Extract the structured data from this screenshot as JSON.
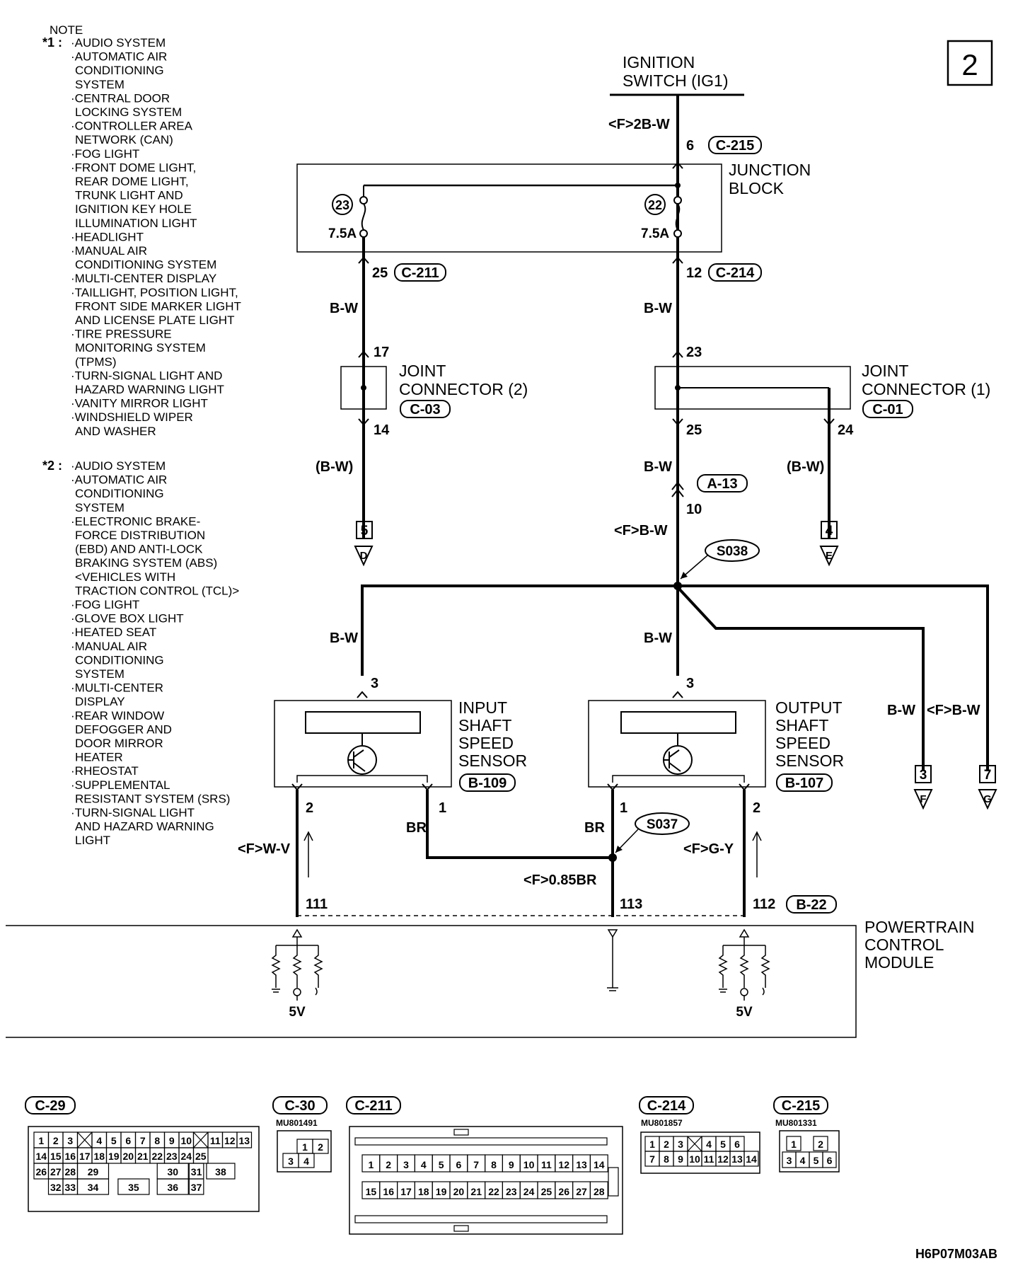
{
  "sheet_number": "2",
  "diagram_code": "H6P07M03AB",
  "note": {
    "heading": "NOTE",
    "star1_mark": "*1 :",
    "star1_items": [
      "·AUDIO SYSTEM",
      "·AUTOMATIC AIR",
      "CONDITIONING",
      "SYSTEM",
      "·CENTRAL DOOR",
      "LOCKING SYSTEM",
      "·CONTROLLER AREA",
      "NETWORK (CAN)",
      "·FOG LIGHT",
      "·FRONT DOME LIGHT,",
      "REAR DOME LIGHT,",
      "TRUNK LIGHT AND",
      "IGNITION KEY HOLE",
      "ILLUMINATION LIGHT",
      "·HEADLIGHT",
      "·MANUAL AIR",
      "CONDITIONING SYSTEM",
      "·MULTI-CENTER DISPLAY",
      "·TAILLIGHT, POSITION LIGHT,",
      "FRONT SIDE MARKER LIGHT",
      "AND LICENSE PLATE LIGHT",
      "·TIRE PRESSURE",
      "MONITORING SYSTEM",
      "(TPMS)",
      "·TURN-SIGNAL LIGHT AND",
      "HAZARD WARNING LIGHT",
      "·VANITY MIRROR LIGHT",
      "·WINDSHIELD WIPER",
      "AND WASHER"
    ],
    "star2_mark": "*2 :",
    "star2_items": [
      "·AUDIO SYSTEM",
      "·AUTOMATIC AIR",
      "CONDITIONING",
      "SYSTEM",
      "·ELECTRONIC BRAKE-",
      "FORCE DISTRIBUTION",
      "(EBD) AND ANTI-LOCK",
      "BRAKING SYSTEM (ABS)",
      "<VEHICLES WITH",
      "TRACTION CONTROL (TCL)>",
      "·FOG LIGHT",
      "·GLOVE BOX LIGHT",
      "·HEATED SEAT",
      "·MANUAL AIR",
      "CONDITIONING",
      "SYSTEM",
      "·MULTI-CENTER",
      "DISPLAY",
      "·REAR WINDOW",
      "DEFOGGER AND",
      "DOOR MIRROR",
      "HEATER",
      "·RHEOSTAT",
      "·SUPPLEMENTAL",
      "RESISTANT SYSTEM (SRS)",
      "·TURN-SIGNAL LIGHT",
      "AND HAZARD WARNING",
      "LIGHT"
    ]
  },
  "ignition": {
    "line1": "IGNITION",
    "line2": "SWITCH (IG1)",
    "wire": "<F>2B-W",
    "pin": "6",
    "connector": "C-215"
  },
  "junction_block": {
    "line1": "JUNCTION",
    "line2": "BLOCK",
    "fuse_left": "23",
    "fuse_right": "22",
    "amps_left": "7.5A",
    "amps_right": "7.5A",
    "out_left_pin": "25",
    "out_left_conn": "C-211",
    "out_right_pin": "12",
    "out_right_conn": "C-214"
  },
  "wires": {
    "left_upper": "B-W",
    "right_upper": "B-W",
    "left_lower": "(B-W)",
    "center_lower": "B-W",
    "right_branch": "(B-W)",
    "center_f": "<F>B-W",
    "input_feed": "B-W",
    "output_feed": "B-W",
    "far_a": "B-W",
    "far_b": "<F>B-W",
    "in_sig": "<F>W-V",
    "in_br": "BR",
    "out_br": "BR",
    "out_sig": "<F>G-Y",
    "gnd": "<F>0.85BR"
  },
  "joint2": {
    "line1": "JOINT",
    "line2": "CONNECTOR (2)",
    "conn": "C-03",
    "pin_in": "17",
    "pin_out": "14"
  },
  "joint1": {
    "line1": "JOINT",
    "line2": "CONNECTOR (1)",
    "conn": "C-01",
    "pin_in": "23",
    "pin_out": "25",
    "pin_branch": "24"
  },
  "splice_a13": {
    "conn": "A-13",
    "pin": "10"
  },
  "splices": {
    "s038": "S038",
    "s037": "S037"
  },
  "terminals": {
    "d": {
      "num": "5",
      "letter": "D"
    },
    "e": {
      "num": "4",
      "letter": "E"
    },
    "f": {
      "num": "3",
      "letter": "F"
    },
    "g": {
      "num": "7",
      "letter": "G"
    }
  },
  "input_sensor": {
    "lines": [
      "INPUT",
      "SHAFT",
      "SPEED",
      "SENSOR"
    ],
    "conn": "B-109",
    "pin_pwr": "3",
    "pin_sig": "2",
    "pin_gnd": "1"
  },
  "output_sensor": {
    "lines": [
      "OUTPUT",
      "SHAFT",
      "SPEED",
      "SENSOR"
    ],
    "conn": "B-107",
    "pin_pwr": "3",
    "pin_sig": "2",
    "pin_gnd": "1"
  },
  "pcm": {
    "lines": [
      "POWERTRAIN",
      "CONTROL",
      "MODULE"
    ],
    "pin_in": "111",
    "pin_gnd": "113",
    "pin_out": "112",
    "conn": "B-22",
    "v_left": "5V",
    "v_right": "5V"
  },
  "connector_views": [
    {
      "id": "C-29",
      "part": ""
    },
    {
      "id": "C-30",
      "part": "MU801491"
    },
    {
      "id": "C-211",
      "part": ""
    },
    {
      "id": "C-214",
      "part": "MU801857"
    },
    {
      "id": "C-215",
      "part": "MU801331"
    }
  ],
  "c29_rows": [
    [
      "1",
      "2",
      "3",
      "",
      "4",
      "5",
      "6",
      "7",
      "8",
      "9",
      "10",
      "",
      "11",
      "12",
      "13"
    ],
    [
      "14",
      "15",
      "16",
      "17",
      "18",
      "19",
      "20",
      "21",
      "22",
      "23",
      "24",
      "25"
    ],
    [
      "26",
      "27",
      "28",
      "29",
      "30",
      "31",
      "38"
    ],
    [
      "32",
      "33",
      "34",
      "35",
      "36",
      "37"
    ]
  ],
  "c30_pins": [
    "1",
    "2",
    "3",
    "4"
  ],
  "c211_rows": [
    [
      "1",
      "2",
      "3",
      "4",
      "5",
      "6",
      "7",
      "8",
      "9",
      "10",
      "11",
      "12",
      "13",
      "14"
    ],
    [
      "15",
      "16",
      "17",
      "18",
      "19",
      "20",
      "21",
      "22",
      "23",
      "24",
      "25",
      "26",
      "27",
      "28"
    ]
  ],
  "c214_rows": [
    [
      "1",
      "2",
      "3",
      "",
      "4",
      "5",
      "6"
    ],
    [
      "7",
      "8",
      "9",
      "10",
      "11",
      "12",
      "13",
      "14"
    ]
  ],
  "c215_rows": [
    [
      "1",
      "2"
    ],
    [
      "3",
      "4",
      "5",
      "6"
    ]
  ]
}
